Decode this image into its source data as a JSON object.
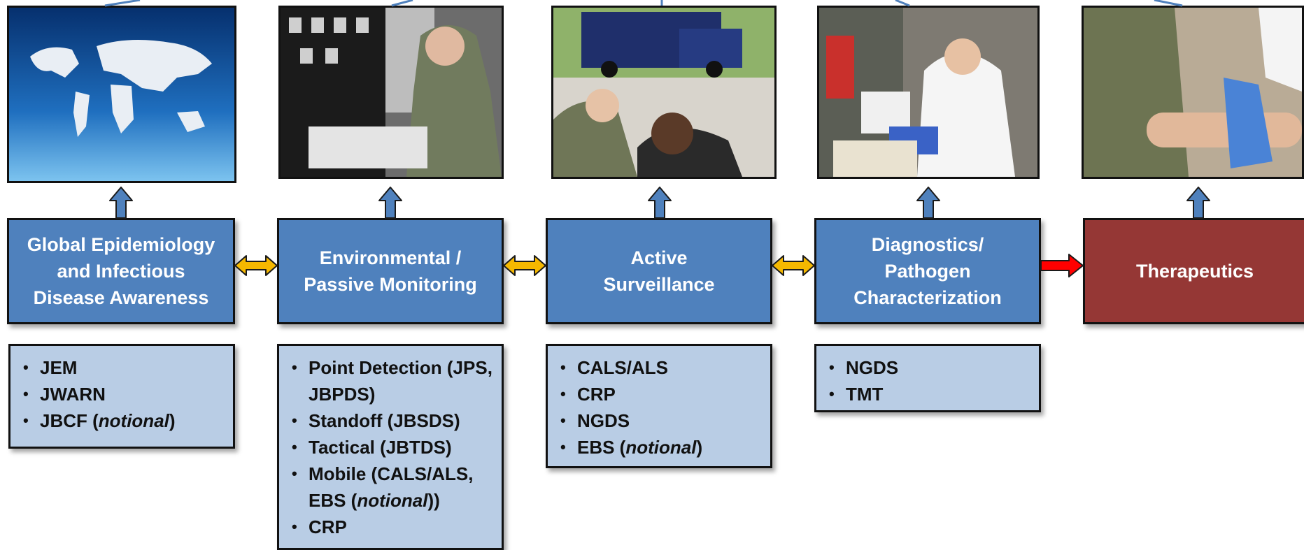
{
  "stages": [
    {
      "label": "Global Epidemiology\nand Infectious\nDisease Awareness",
      "color": "#4f81bd"
    },
    {
      "label": "Environmental /\nPassive Monitoring",
      "color": "#4f81bd"
    },
    {
      "label": "Active\nSurveillance",
      "color": "#4f81bd"
    },
    {
      "label": "Diagnostics/\nPathogen\nCharacterization",
      "color": "#4f81bd"
    },
    {
      "label": "Therapeutics",
      "color": "#953735"
    }
  ],
  "lists": [
    {
      "items": [
        {
          "text": "JEM"
        },
        {
          "text": "JWARN"
        },
        {
          "text": "JBCF (",
          "italic": "notional",
          "tail": ")"
        }
      ]
    },
    {
      "items": [
        {
          "text": "Point Detection (JPS, JBPDS)"
        },
        {
          "text": "Standoff (JBSDS)"
        },
        {
          "text": "Tactical (JBTDS)"
        },
        {
          "text": "Mobile (CALS/ALS, EBS (",
          "italic": "notional",
          "tail": "))"
        },
        {
          "text": "CRP"
        }
      ]
    },
    {
      "items": [
        {
          "text": "CALS/ALS"
        },
        {
          "text": "CRP"
        },
        {
          "text": "NGDS"
        },
        {
          "text": "EBS (",
          "italic": "notional",
          "tail": ")"
        }
      ]
    },
    {
      "items": [
        {
          "text": "NGDS"
        },
        {
          "text": "TMT"
        }
      ]
    }
  ],
  "photos": [
    {
      "name": "world-map-photo"
    },
    {
      "name": "monitoring-console-photo"
    },
    {
      "name": "surveillance-vehicle-photo"
    },
    {
      "name": "laboratory-photo"
    },
    {
      "name": "blood-draw-photo"
    }
  ],
  "connectors": [
    {
      "type": "bidirectional",
      "color": "#f5b800"
    },
    {
      "type": "bidirectional",
      "color": "#f5b800"
    },
    {
      "type": "bidirectional",
      "color": "#f5b800"
    },
    {
      "type": "forward",
      "color": "#ff0000"
    }
  ],
  "colors": {
    "stage_blue": "#4f81bd",
    "stage_red": "#953735",
    "list_fill": "#b9cde5",
    "up_arrow": "#4f81bd"
  }
}
